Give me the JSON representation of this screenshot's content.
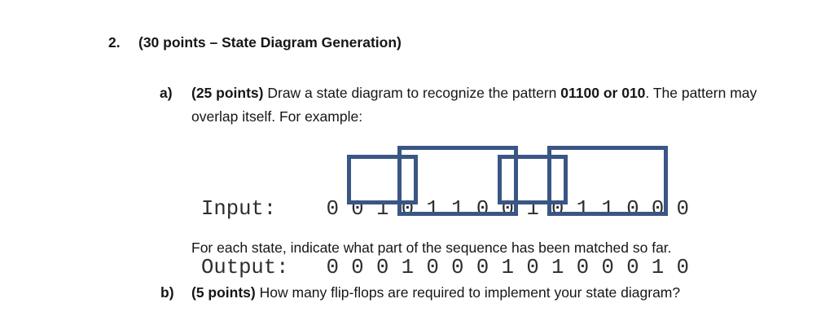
{
  "question": {
    "number": "2.",
    "title": "(30 points – State Diagram Generation)",
    "parts": [
      {
        "label": "a)",
        "points": "(25 points)",
        "lead": "Draw a state diagram to recognize the pattern",
        "pattern": "01100 or 010",
        "tail": ". The pattern may overlap itself. For example:",
        "note": "For each state, indicate what part of the sequence has been matched so far."
      },
      {
        "label": "b)",
        "points": "(5 points)",
        "text": "How many flip-flops are required to implement your state diagram?"
      }
    ]
  },
  "example": {
    "input_label": "Input:",
    "output_label": "Output:",
    "input_bits": [
      "0",
      "0",
      "1",
      "0",
      "1",
      "1",
      "0",
      "0",
      "1",
      "0",
      "1",
      "1",
      "0",
      "0",
      "0"
    ],
    "output_bits": [
      "0",
      "0",
      "0",
      "1",
      "0",
      "0",
      "0",
      "1",
      "0",
      "1",
      "0",
      "0",
      "0",
      "1",
      "0"
    ],
    "box_color": "#395685",
    "boxes": [
      {
        "name": "match-010-first",
        "pattern": "010",
        "start_index": 1,
        "end_index": 3,
        "size": "medium"
      },
      {
        "name": "match-01100-first",
        "pattern": "01100",
        "start_index": 3,
        "end_index": 7,
        "size": "tall"
      },
      {
        "name": "match-010-second",
        "pattern": "010",
        "start_index": 7,
        "end_index": 9,
        "size": "medium"
      },
      {
        "name": "match-01100-second",
        "pattern": "01100",
        "start_index": 9,
        "end_index": 13,
        "size": "tall"
      }
    ]
  }
}
